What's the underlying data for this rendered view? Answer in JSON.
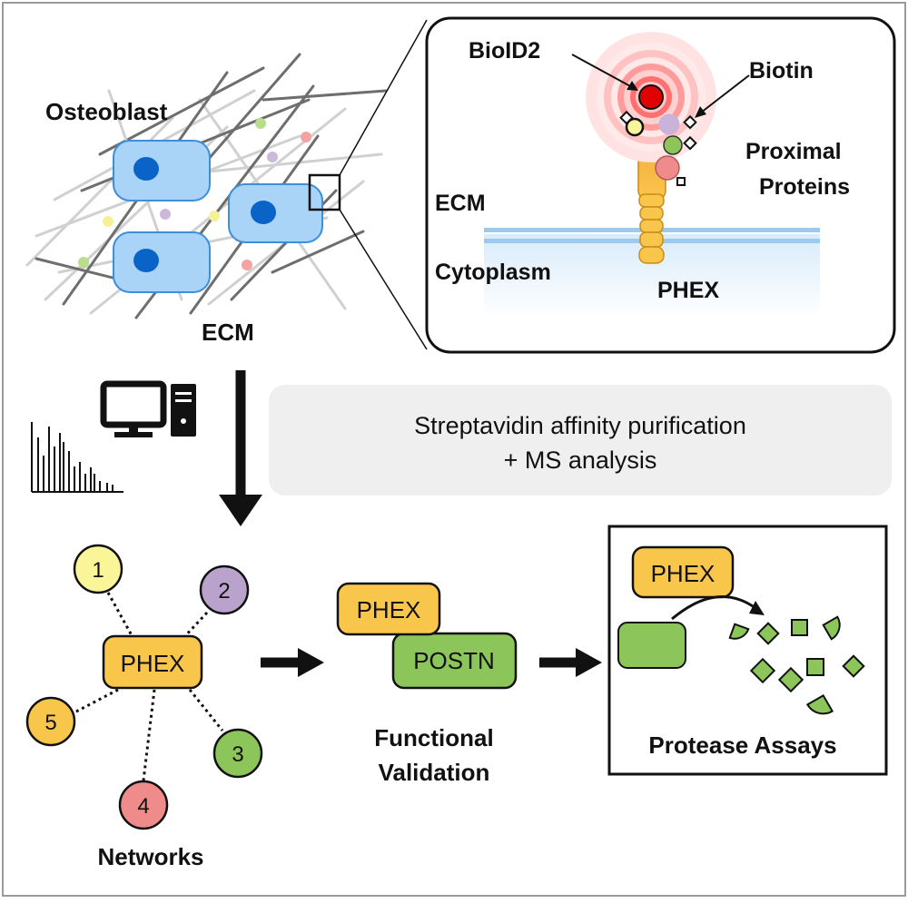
{
  "osteoblast_panel": {
    "osteoblast_label": "Osteoblast",
    "ecm_label": "ECM"
  },
  "zoom_panel": {
    "bioid2_label": "BioID2",
    "biotin_label": "Biotin",
    "proximal_proteins_line1": "Proximal",
    "proximal_proteins_line2": "Proteins",
    "ecm_label": "ECM",
    "cytoplasm_label": "Cytoplasm",
    "phex_label": "PHEX"
  },
  "process": {
    "step_line1": "Streptavidin affinity purification",
    "step_line2": "+ MS analysis"
  },
  "networks": {
    "hub_label": "PHEX",
    "nodes": [
      {
        "label": "1",
        "color": "#fbf59a"
      },
      {
        "label": "2",
        "color": "#b9a3cd"
      },
      {
        "label": "3",
        "color": "#8cc65a"
      },
      {
        "label": "4",
        "color": "#f08b8b"
      },
      {
        "label": "5",
        "color": "#f9c64c"
      }
    ],
    "caption": "Networks"
  },
  "validation": {
    "phex_label": "PHEX",
    "postn_label": "POSTN",
    "caption_line1": "Functional",
    "caption_line2": "Validation"
  },
  "protease": {
    "phex_label": "PHEX",
    "caption": "Protease Assays"
  },
  "colors": {
    "cell_fill": "#a9d3f7",
    "cell_stroke": "#3b8fdc",
    "nucleus": "#0a64c8",
    "phex_fill": "#f9c64c",
    "postn_fill": "#8cc65a",
    "bioid2": "#e10000",
    "panel_bg": "#efefef"
  }
}
